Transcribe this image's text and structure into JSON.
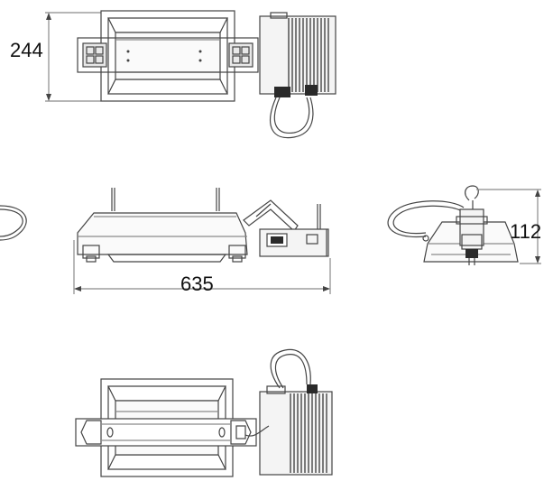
{
  "dimensions": {
    "height": "244",
    "length": "635",
    "depth": "112"
  },
  "colors": {
    "line": "#444444",
    "light_line": "#8a8a8a",
    "fill_light": "#f4f4f4",
    "fill_dark": "#2a2a2a",
    "text": "#111111"
  }
}
